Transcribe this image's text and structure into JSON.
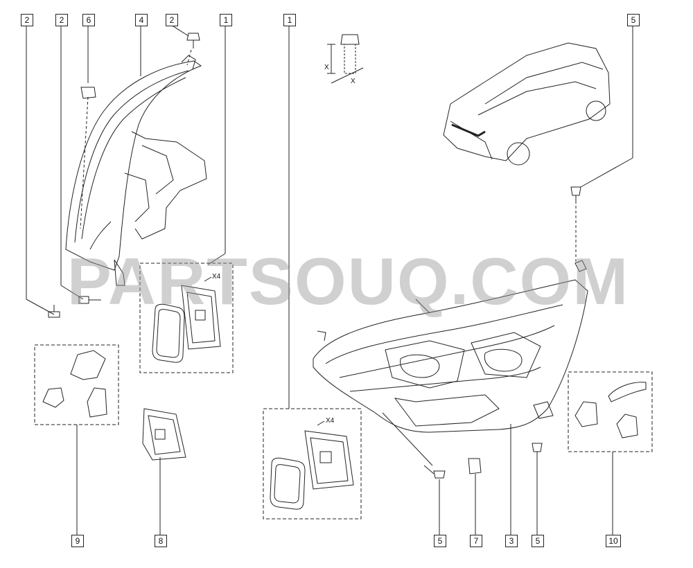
{
  "callouts": {
    "top_left_2a": "2",
    "top_left_2b": "2",
    "top_6": "6",
    "top_4": "4",
    "top_2c": "2",
    "top_1a": "1",
    "top_1b": "1",
    "top_5": "5",
    "bottom_9": "9",
    "bottom_8": "8",
    "bottom_5a": "5",
    "bottom_7": "7",
    "bottom_3": "3",
    "bottom_5b": "5",
    "bottom_10": "10"
  },
  "quantity_left": "X4",
  "quantity_right": "X4",
  "dimension_label_a": "X",
  "dimension_label_b": "X",
  "watermark": "PARTSOUQ.COM",
  "colors": {
    "line": "#222222",
    "dash": "#555555",
    "watermark": "#969696"
  }
}
